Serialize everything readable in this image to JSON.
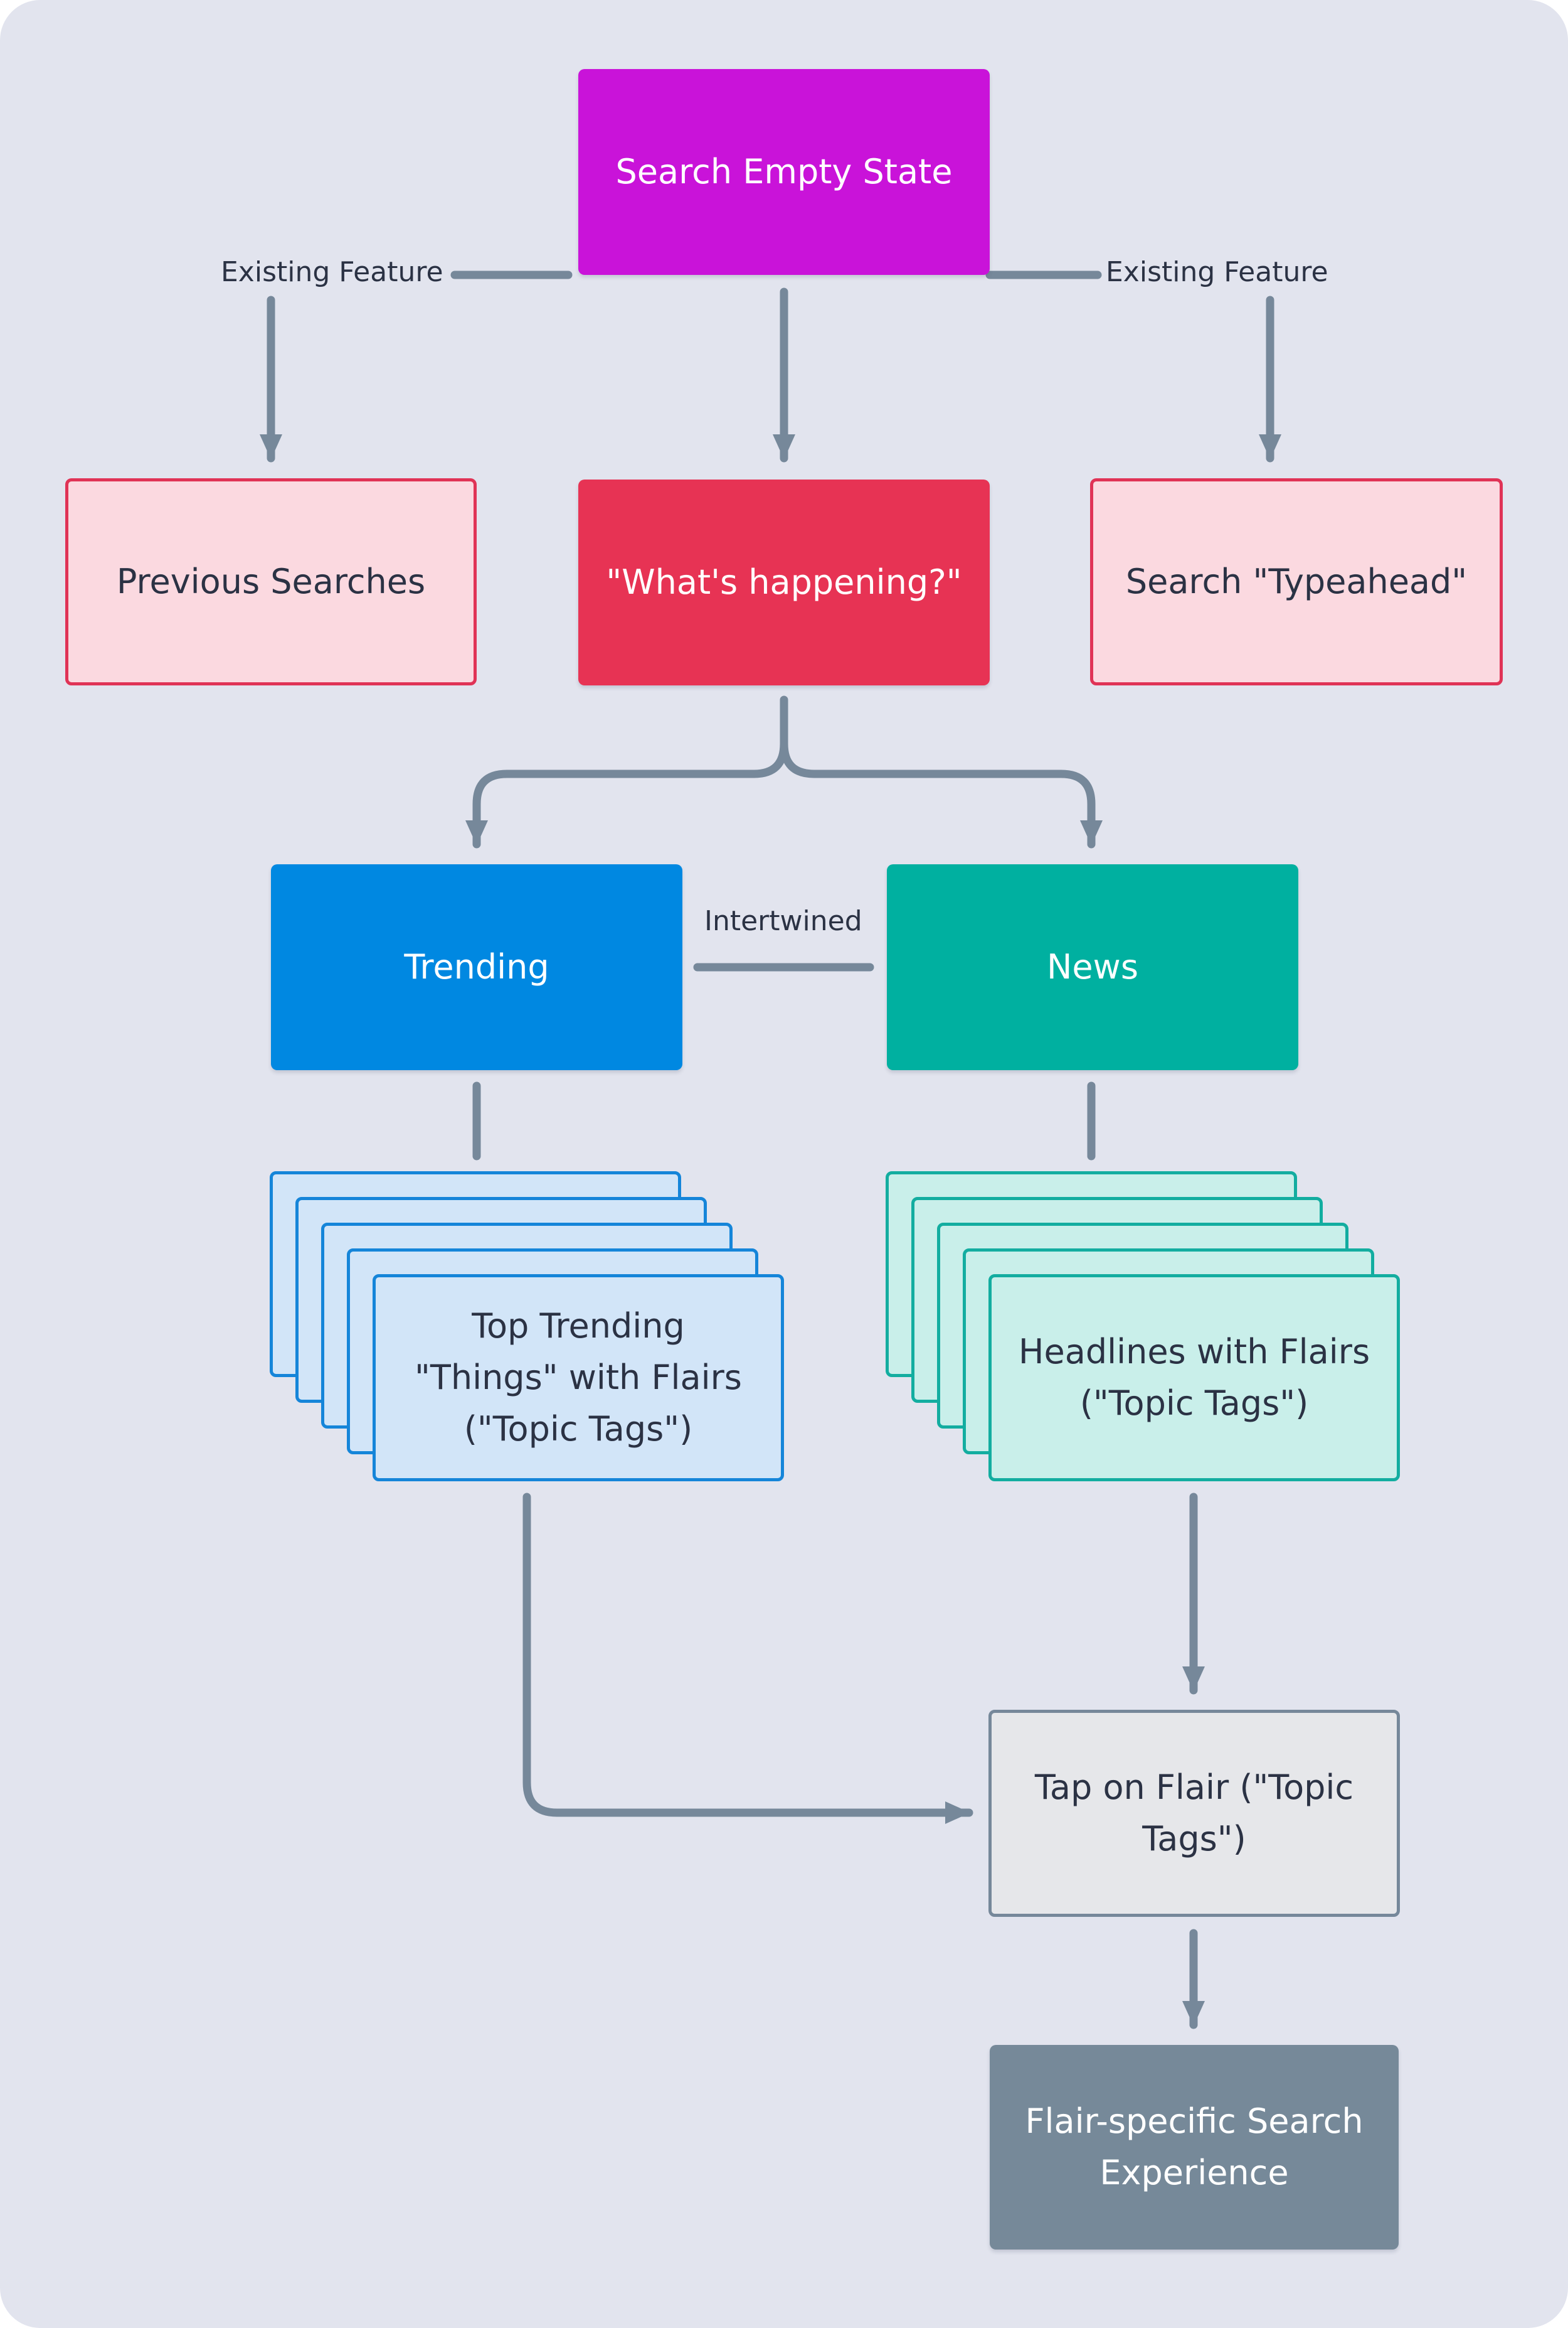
{
  "diagram": {
    "nodes": {
      "search_empty_state": "Search Empty State",
      "previous_searches": "Previous Searches",
      "whats_happening": "\"What's happening?\"",
      "search_typeahead": "Search \"Typeahead\"",
      "trending": "Trending",
      "news": "News",
      "top_trending": [
        "Top Trending",
        "\"Things\" with Flairs",
        "(\"Topic Tags\")"
      ],
      "headlines": [
        "Headlines with Flairs",
        "(\"Topic Tags\")"
      ],
      "tap_on_flair": [
        "Tap on Flair (\"Topic",
        "Tags\")"
      ],
      "flair_specific_search": [
        "Flair-specific Search",
        "Experience"
      ]
    },
    "edge_labels": {
      "existing_feature_left": "Existing Feature",
      "existing_feature_right": "Existing Feature",
      "intertwined": "Intertwined"
    }
  },
  "colors": {
    "background": "#e2e4ee",
    "connector": "#76889a",
    "magenta": "#c913d9",
    "red": "#e73354",
    "pink_fill": "#fbd9e0",
    "blue": "#0088e1",
    "light_blue_fill": "#d2e5f8",
    "teal": "#00b0a0",
    "light_teal_fill": "#c9efea",
    "light_gray_fill": "#e6e7ea",
    "slate": "#768999",
    "text_dark": "#2b3244"
  }
}
